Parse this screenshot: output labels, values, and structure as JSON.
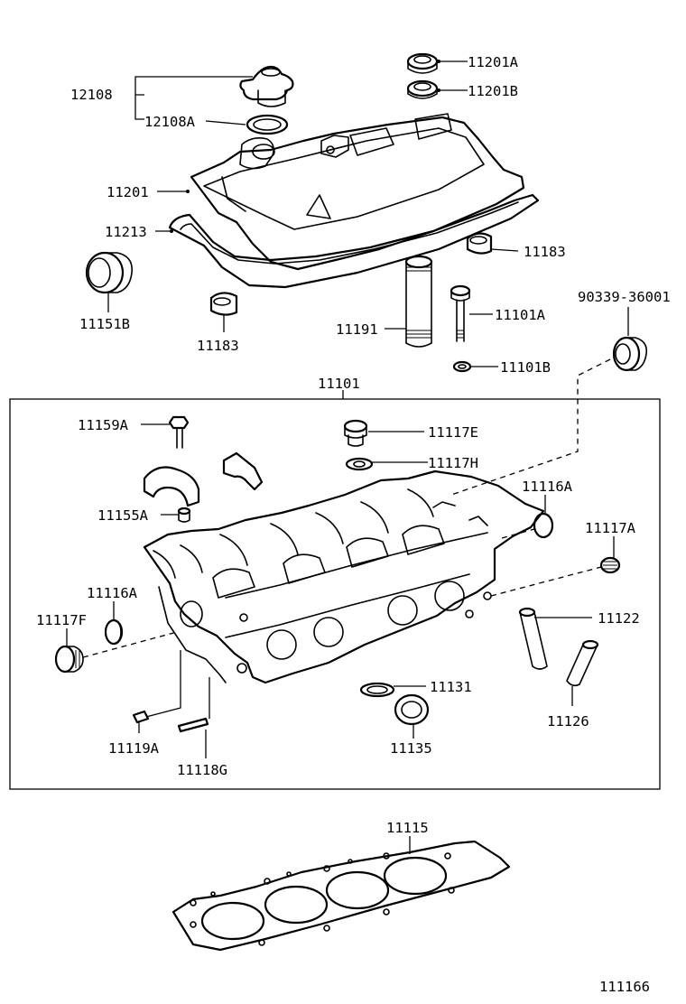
{
  "diagram_id": "111166",
  "callouts": {
    "p12108": "12108",
    "p12108A": "12108A",
    "p11201A": "11201A",
    "p11201B": "11201B",
    "p11201": "11201",
    "p11213": "11213",
    "p11183_right": "11183",
    "p11151B": "11151B",
    "p11183_left": "11183",
    "p11191": "11191",
    "p11101A": "11101A",
    "p90339": "90339-36001",
    "p11101B": "11101B",
    "p11101": "11101",
    "p11159A": "11159A",
    "p11117E": "11117E",
    "p11117H": "11117H",
    "p11116A_right": "11116A",
    "p11155A": "11155A",
    "p11117A": "11117A",
    "p11116A_left": "11116A",
    "p11117F": "11117F",
    "p11122": "11122",
    "p11131": "11131",
    "p11126": "11126",
    "p11119A": "11119A",
    "p11135": "11135",
    "p11118G": "11118G",
    "p11115": "11115"
  }
}
